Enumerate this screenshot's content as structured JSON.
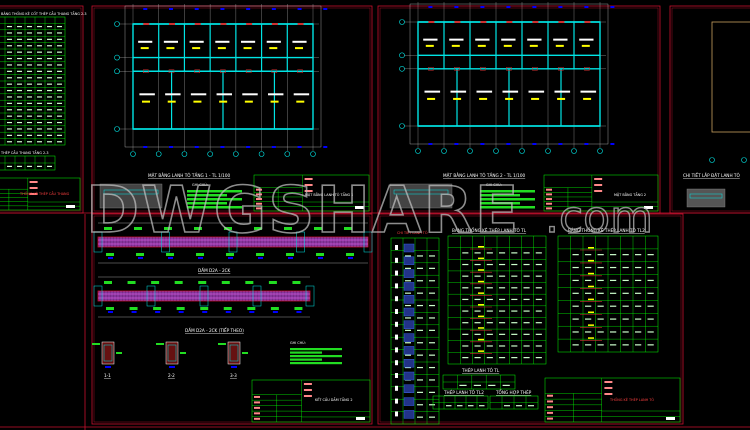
{
  "watermark": {
    "brand": "DWGSHARE",
    "suffix": ".com"
  },
  "sheets": {
    "left_table": {
      "table_title": "BẢNG THỐNG KÊ CỐT THÉP CẦU THANG TẦNG 2-3",
      "sub_title": "THÉP CẦU THANG TẦNG 2-3",
      "title_block": "THỐNG KÊ THÉP CẦU THANG"
    },
    "plan_1": {
      "title": "MẶT BẰNG LANH TÔ TẦNG 1 - TL 1/100",
      "notes_label": "GHI CHÚ:",
      "title_block": "MẶT BẰNG LANH TÔ TẦNG 1"
    },
    "plan_2": {
      "title": "MẶT BẰNG LANH TÔ TẦNG 2 - TL 1/100",
      "notes_label": "GHI CHÚ:",
      "title_block": "MẶT BẰNG TẦNG 2"
    },
    "detail": {
      "title": "CHI TIẾT LẮP ĐẶT LANH TÔ"
    },
    "beam": {
      "title_1": "DẦM D2A - 2CK",
      "title_2": "DẦM D2A - 2CK (TIẾP THEO)",
      "sections": [
        "1-1",
        "2-2",
        "3-3"
      ],
      "notes_label": "GHI CHÚ:",
      "title_block": "KẾT CẤU DẦM TẦNG 2"
    },
    "tables": {
      "list_title": "CHI TIẾT LANH TÔ",
      "table_1_title": "BẢNG THỐNG KÊ THÉP LANH TÔ TL",
      "table_2_title": "BẢNG THỐNG KÊ THÉP LANH TÔ TL2",
      "summary_1": "THÉP LANH TÔ TL",
      "summary_2": "THÉP LANH TÔ TL2",
      "summary_3": "TỔNG HỢP THÉP",
      "title_block": "THỐNG KÊ THÉP LANH TÔ"
    }
  },
  "colors": {
    "border": "#c8102e",
    "table": "#00ff00",
    "wall": "#00e5e5",
    "grid": "#ffffff",
    "dim": "#0000ff",
    "tag": "#ffff00",
    "door": "#d03030"
  }
}
